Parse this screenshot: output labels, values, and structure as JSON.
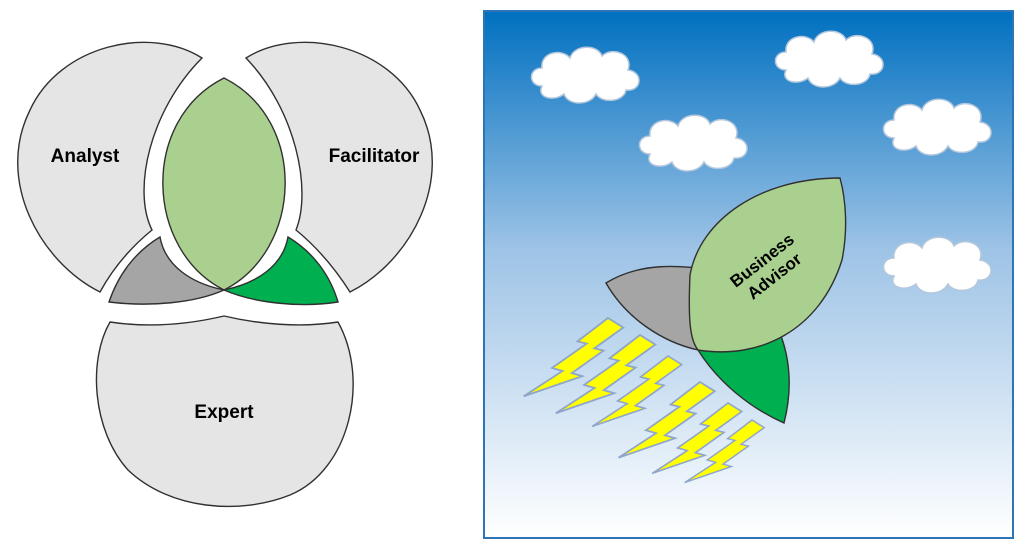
{
  "venn": {
    "analyst_label": "Analyst",
    "facilitator_label": "Facilitator",
    "expert_label": "Expert",
    "colors": {
      "circle_fill": "#e6e5e6",
      "circle_stroke": "#303030",
      "center_lens": "#a9d08e",
      "gray_petal": "#a5a5a5",
      "green_petal": "#00b050"
    }
  },
  "rocket_scene": {
    "rocket_label_line1": "Business",
    "rocket_label_line2": "Advisor",
    "colors": {
      "sky_top": "#0070c0",
      "sky_bottom": "#ffffff",
      "frame": "#2e75b6",
      "cloud": "#ffffff",
      "lightning": "#ffff00",
      "lens": "#a9d08e",
      "gray_fin": "#a5a5a5",
      "green_fin": "#00b050"
    }
  }
}
